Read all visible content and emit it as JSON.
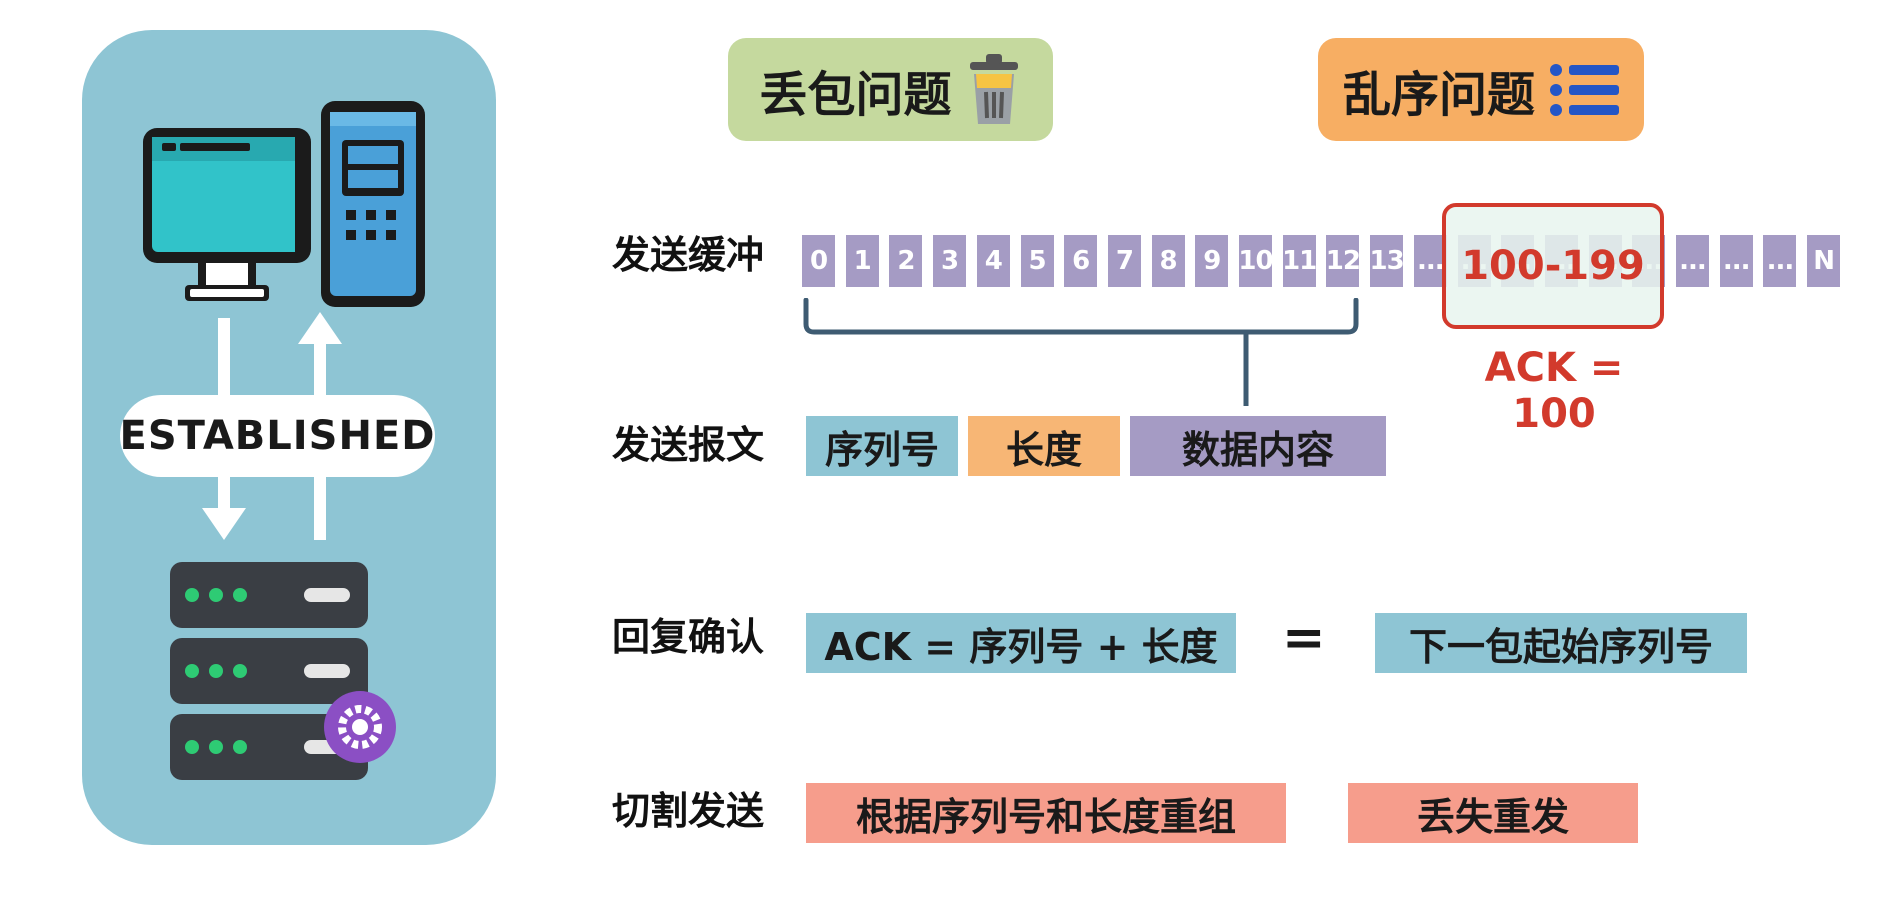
{
  "left_panel": {
    "established_label": "ESTABLISHED"
  },
  "badges": {
    "loss": {
      "label": "丢包问题",
      "icon": "trash-can-icon"
    },
    "order": {
      "label": "乱序问题",
      "icon": "list-icon"
    }
  },
  "rows": {
    "send_buffer": "发送缓冲",
    "send_packet": "发送报文",
    "ack_reply": "回复确认",
    "split_send": "切割发送"
  },
  "buffer": {
    "cells": [
      "0",
      "1",
      "2",
      "3",
      "4",
      "5",
      "6",
      "7",
      "8",
      "9",
      "10",
      "11",
      "12",
      "13",
      "...",
      "...",
      "...",
      "...",
      "...",
      "...",
      "...",
      "...",
      "...",
      "N"
    ],
    "highlight_label": "100-199",
    "ack_note": "ACK = 100"
  },
  "packet": {
    "seq": "序列号",
    "length": "长度",
    "content": "数据内容"
  },
  "ack": {
    "formula": "ACK = 序列号 + 长度",
    "equals": "=",
    "next_seq": "下一包起始序列号"
  },
  "split": {
    "reassemble": "根据序列号和长度重组",
    "resend": "丢失重发"
  },
  "colors": {
    "panel": "#8ec5d4",
    "badge_loss": "#c5d99e",
    "badge_order": "#f7ae63",
    "cell": "#a59bc4",
    "highlight": "#d23a2c",
    "salmon": "#f69d8c",
    "orange": "#f7b675"
  }
}
